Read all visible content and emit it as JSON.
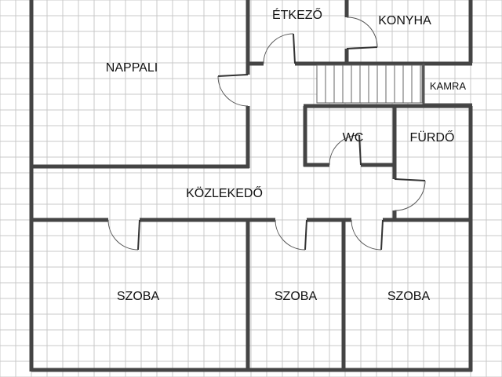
{
  "rooms": {
    "nappali": "NAPPALI",
    "etkezo": "ÉTKEZŐ",
    "konyha": "KONYHA",
    "kamra": "KAMRA",
    "wc": "WC",
    "furdo": "FÜRDŐ",
    "kozlekedo": "KÖZLEKEDŐ",
    "szoba_1": "SZOBA",
    "szoba_2": "SZOBA",
    "szoba_3": "SZOBA"
  },
  "colors": {
    "grid": "#c8c8c8",
    "wall": "#444444",
    "background": "#ffffff"
  }
}
